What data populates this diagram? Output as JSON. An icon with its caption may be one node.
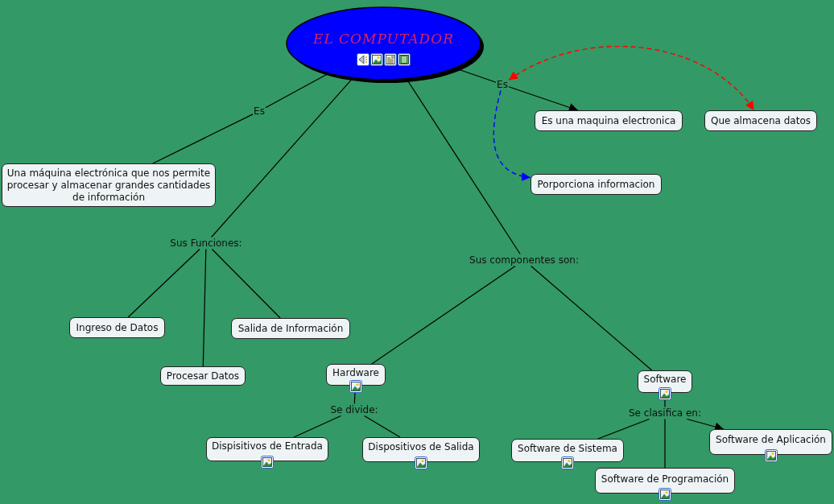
{
  "diagram": {
    "nodes": [
      {
        "text": [
          "EL COMPUTADOR"
        ]
      },
      {
        "text": [
          "Es"
        ]
      },
      {
        "text": [
          "Una máquina electrónica que nos permite procesar y almacenar grandes cantidades de información"
        ]
      },
      {
        "text": [
          "Sus Funciones:"
        ]
      },
      {
        "text": [
          "Ingreso de Datos"
        ]
      },
      {
        "text": [
          "Procesar Datos"
        ]
      },
      {
        "text": [
          "Salida de Información"
        ]
      },
      {
        "text": [
          "Sus componentes son:"
        ]
      },
      {
        "text": [
          "Hardware"
        ]
      },
      {
        "text": [
          "Se divide:"
        ]
      },
      {
        "text": [
          "Dispisitivos de Entrada"
        ]
      },
      {
        "text": [
          "Dispositivos de Salida"
        ]
      },
      {
        "text": [
          "Software"
        ]
      },
      {
        "text": [
          "Se clasifica en:"
        ]
      },
      {
        "text": [
          "Software de Sistema"
        ]
      },
      {
        "text": [
          "Software de Aplicación"
        ]
      },
      {
        "text": [
          "Software de Programación"
        ]
      },
      {
        "text": [
          "Es"
        ]
      },
      {
        "text": [
          "Es una maquina electronica"
        ]
      },
      {
        "text": [
          "Que almacena datos"
        ]
      },
      {
        "text": [
          "Porporciona informacion"
        ]
      }
    ],
    "edges": [
      {
        "from": 0,
        "to": 1,
        "arrow": "none"
      },
      {
        "from": 1,
        "to": 2,
        "arrow": "none"
      },
      {
        "from": 0,
        "to": 3,
        "arrow": "none"
      },
      {
        "from": 3,
        "to": 4,
        "arrow": "none"
      },
      {
        "from": 3,
        "to": 5,
        "arrow": "none"
      },
      {
        "from": 3,
        "to": 6,
        "arrow": "none"
      },
      {
        "from": 0,
        "to": 7,
        "arrow": "none"
      },
      {
        "from": 7,
        "to": 8,
        "arrow": "none"
      },
      {
        "from": 7,
        "to": 12,
        "arrow": "none"
      },
      {
        "from": 8,
        "to": 9,
        "arrow": "none"
      },
      {
        "from": 9,
        "to": 10,
        "arrow": "none"
      },
      {
        "from": 9,
        "to": 11,
        "arrow": "none"
      },
      {
        "from": 12,
        "to": 13,
        "arrow": "none"
      },
      {
        "from": 13,
        "to": 14,
        "arrow": "none"
      },
      {
        "from": 13,
        "to": 15,
        "arrow": "to"
      },
      {
        "from": 13,
        "to": 16,
        "arrow": "none"
      },
      {
        "from": 0,
        "to": 17,
        "arrow": "none"
      },
      {
        "from": 17,
        "to": 18,
        "arrow": "to"
      },
      {
        "from": 17,
        "to": 20,
        "arrow": "to",
        "style": "dashed",
        "color": "#0000ff"
      },
      {
        "from": 17,
        "to": 19,
        "arrow": "both",
        "style": "dashed",
        "color": "#ff0000"
      }
    ]
  }
}
